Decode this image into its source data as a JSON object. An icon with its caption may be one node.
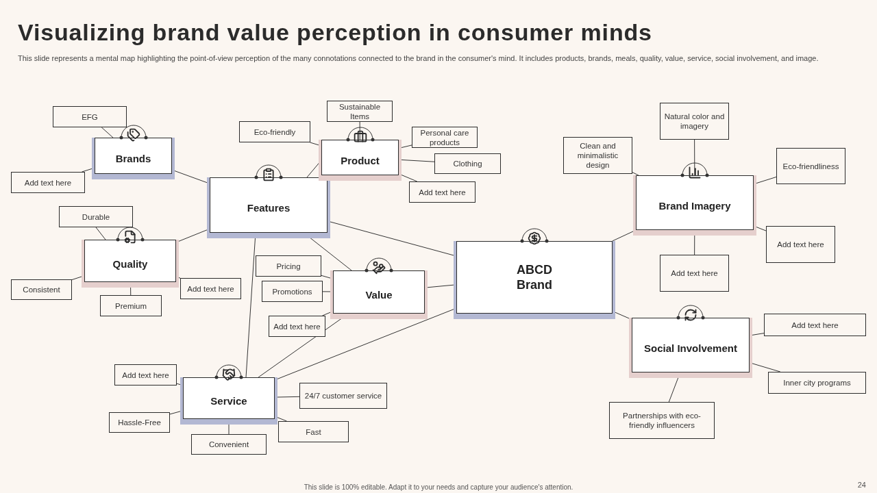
{
  "diagram": {
    "title": "Visualizing brand value perception in consumer minds",
    "nodes": [
      {
        "text": [
          "Brands"
        ]
      },
      {
        "text": [
          "Features"
        ]
      },
      {
        "text": [
          "Product"
        ]
      },
      {
        "text": [
          "Quality"
        ]
      },
      {
        "text": [
          "Value"
        ]
      },
      {
        "text": [
          "ABCD Brand"
        ]
      },
      {
        "text": [
          "Brand Imagery"
        ]
      },
      {
        "text": [
          "Social Involvement"
        ]
      },
      {
        "text": [
          "Service"
        ]
      },
      {
        "text": [
          "EFG"
        ]
      },
      {
        "text": [
          "Add text here"
        ]
      },
      {
        "text": [
          "Eco-friendly"
        ]
      },
      {
        "text": [
          "Sustainable Items"
        ]
      },
      {
        "text": [
          "Personal care products"
        ]
      },
      {
        "text": [
          "Clothing"
        ]
      },
      {
        "text": [
          "Add text here"
        ]
      },
      {
        "text": [
          "Durable"
        ]
      },
      {
        "text": [
          "Consistent"
        ]
      },
      {
        "text": [
          "Premium"
        ]
      },
      {
        "text": [
          "Add text here"
        ]
      },
      {
        "text": [
          "Pricing"
        ]
      },
      {
        "text": [
          "Promotions"
        ]
      },
      {
        "text": [
          "Add text here"
        ]
      },
      {
        "text": [
          "Natural color and imagery"
        ]
      },
      {
        "text": [
          "Clean and minimalistic design"
        ]
      },
      {
        "text": [
          "Eco-friendliness"
        ]
      },
      {
        "text": [
          "Add text here"
        ]
      },
      {
        "text": [
          "Add text here"
        ]
      },
      {
        "text": [
          "Add text here"
        ]
      },
      {
        "text": [
          "Inner city programs"
        ]
      },
      {
        "text": [
          "Partnerships with eco-friendly influencers"
        ]
      },
      {
        "text": [
          "Add text here"
        ]
      },
      {
        "text": [
          "Hassle-Free"
        ]
      },
      {
        "text": [
          "Convenient"
        ]
      },
      {
        "text": [
          "24/7 customer service"
        ]
      },
      {
        "text": [
          "Fast"
        ]
      }
    ],
    "edges": [
      {
        "from": 0,
        "to": 1,
        "arrow": "none"
      },
      {
        "from": 1,
        "to": 3,
        "arrow": "none"
      },
      {
        "from": 1,
        "to": 2,
        "arrow": "none"
      },
      {
        "from": 1,
        "to": 5,
        "arrow": "none"
      },
      {
        "from": 1,
        "to": 4,
        "arrow": "none"
      },
      {
        "from": 1,
        "to": 8,
        "arrow": "none"
      },
      {
        "from": 4,
        "to": 5,
        "arrow": "none"
      },
      {
        "from": 5,
        "to": 8,
        "arrow": "none"
      },
      {
        "from": 4,
        "to": 8,
        "arrow": "none"
      },
      {
        "from": 5,
        "to": 6,
        "arrow": "none"
      },
      {
        "from": 5,
        "to": 7,
        "arrow": "none"
      },
      {
        "from": 9,
        "to": 0,
        "arrow": "none"
      },
      {
        "from": 10,
        "to": 0,
        "arrow": "none"
      },
      {
        "from": 11,
        "to": 2,
        "arrow": "none"
      },
      {
        "from": 12,
        "to": 2,
        "arrow": "none"
      },
      {
        "from": 13,
        "to": 2,
        "arrow": "none"
      },
      {
        "from": 14,
        "to": 2,
        "arrow": "none"
      },
      {
        "from": 15,
        "to": 2,
        "arrow": "none"
      },
      {
        "from": 16,
        "to": 3,
        "arrow": "none"
      },
      {
        "from": 17,
        "to": 3,
        "arrow": "none"
      },
      {
        "from": 18,
        "to": 3,
        "arrow": "none"
      },
      {
        "from": 19,
        "to": 3,
        "arrow": "none"
      },
      {
        "from": 20,
        "to": 4,
        "arrow": "none"
      },
      {
        "from": 21,
        "to": 4,
        "arrow": "none"
      },
      {
        "from": 22,
        "to": 4,
        "arrow": "none"
      },
      {
        "from": 23,
        "to": 6,
        "arrow": "none"
      },
      {
        "from": 24,
        "to": 6,
        "arrow": "none"
      },
      {
        "from": 25,
        "to": 6,
        "arrow": "none"
      },
      {
        "from": 26,
        "to": 6,
        "arrow": "none"
      },
      {
        "from": 27,
        "to": 6,
        "arrow": "none"
      },
      {
        "from": 28,
        "to": 7,
        "arrow": "none"
      },
      {
        "from": 29,
        "to": 7,
        "arrow": "none"
      },
      {
        "from": 30,
        "to": 7,
        "arrow": "none"
      },
      {
        "from": 31,
        "to": 8,
        "arrow": "none"
      },
      {
        "from": 32,
        "to": 8,
        "arrow": "none"
      },
      {
        "from": 33,
        "to": 8,
        "arrow": "none"
      },
      {
        "from": 34,
        "to": 8,
        "arrow": "none"
      },
      {
        "from": 35,
        "to": 8,
        "arrow": "none"
      }
    ],
    "labels": [
      "This slide represents a mental map highlighting the point-of-view perception of the many connotations connected to the brand in the consumer's mind. It includes products, brands, meals, quality, value, service, social involvement, and image.",
      "This slide is 100% editable. Adapt it to your needs and capture your audience's attention.",
      "24"
    ]
  }
}
